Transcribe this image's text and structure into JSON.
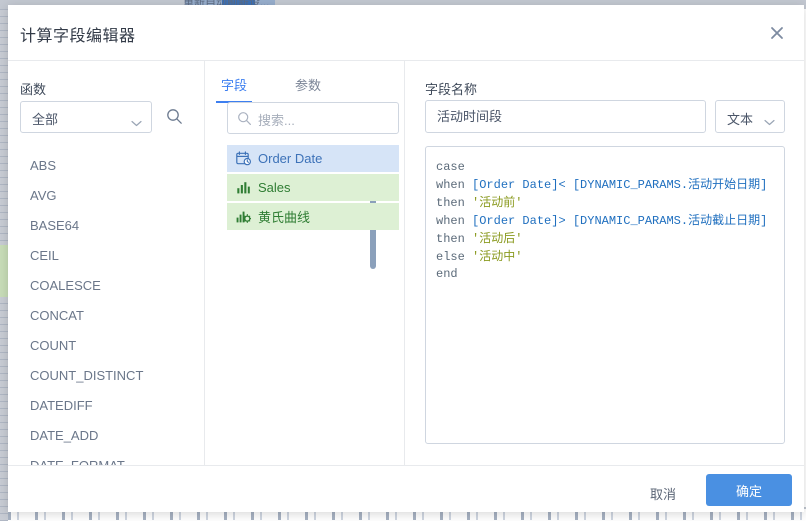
{
  "backdrop": {
    "ghost_tab_text": "重新自动刷新设..."
  },
  "dialog": {
    "title": "计算字段编辑器",
    "close_icon": "close-icon"
  },
  "functions_panel": {
    "label": "函数",
    "category_select": {
      "value": "全部",
      "chevron_icon": "chevron-down-icon"
    },
    "search_icon": "search-icon",
    "items": [
      "ABS",
      "AVG",
      "BASE64",
      "CEIL",
      "COALESCE",
      "CONCAT",
      "COUNT",
      "COUNT_DISTINCT",
      "DATEDIFF",
      "DATE_ADD",
      "DATE_FORMAT"
    ]
  },
  "fields_panel": {
    "tabs": [
      {
        "label": "字段",
        "active": true
      },
      {
        "label": "参数",
        "active": false
      }
    ],
    "search": {
      "placeholder": "搜索...",
      "value": "",
      "icon": "search-icon"
    },
    "items": [
      {
        "name": "Order Date",
        "type": "date",
        "icon": "calendar-field-icon"
      },
      {
        "name": "Sales",
        "type": "measure",
        "icon": "bar-chart-icon"
      },
      {
        "name": "黄氏曲线",
        "type": "measure",
        "icon": "bar-chart-gear-icon"
      }
    ]
  },
  "editor_panel": {
    "name_label": "字段名称",
    "name_value": "活动时间段",
    "name_placeholder": "",
    "type_select": {
      "value": "文本",
      "chevron_icon": "chevron-down-icon"
    },
    "formula_lines": [
      [
        {
          "t": "kw",
          "v": "case"
        }
      ],
      [
        {
          "t": "kw",
          "v": "when "
        },
        {
          "t": "ref",
          "v": "[Order Date]"
        },
        {
          "t": "op",
          "v": "<"
        },
        {
          "t": "ref",
          "v": " [DYNAMIC_PARAMS."
        },
        {
          "t": "cjk",
          "v": "活动开始日期"
        },
        {
          "t": "ref",
          "v": "]"
        }
      ],
      [
        {
          "t": "kw",
          "v": "then "
        },
        {
          "t": "str",
          "v": "'"
        },
        {
          "t": "strcjk",
          "v": "活动前"
        },
        {
          "t": "str",
          "v": "'"
        }
      ],
      [
        {
          "t": "kw",
          "v": "when "
        },
        {
          "t": "ref",
          "v": "[Order Date]"
        },
        {
          "t": "op",
          "v": ">"
        },
        {
          "t": "ref",
          "v": " [DYNAMIC_PARAMS."
        },
        {
          "t": "cjk",
          "v": "活动截止日期"
        },
        {
          "t": "ref",
          "v": "]"
        }
      ],
      [
        {
          "t": "kw",
          "v": "then "
        },
        {
          "t": "str",
          "v": "'"
        },
        {
          "t": "strcjk",
          "v": "活动后"
        },
        {
          "t": "str",
          "v": "'"
        }
      ],
      [
        {
          "t": "kw",
          "v": "else "
        },
        {
          "t": "str",
          "v": "'"
        },
        {
          "t": "strcjk",
          "v": "活动中"
        },
        {
          "t": "str",
          "v": "'"
        }
      ],
      [
        {
          "t": "kw",
          "v": "end"
        }
      ]
    ]
  },
  "footer": {
    "cancel_label": "取消",
    "confirm_label": "确定"
  },
  "colors": {
    "accent": "#3d7ff0",
    "primary_button": "#4a90e2",
    "date_field_bg": "#d6e4f7",
    "measure_field_bg": "#ddf0d4",
    "code_keyword": "#5c6b7a",
    "code_reference": "#1f6fbf",
    "code_string": "#8a9a1f"
  }
}
